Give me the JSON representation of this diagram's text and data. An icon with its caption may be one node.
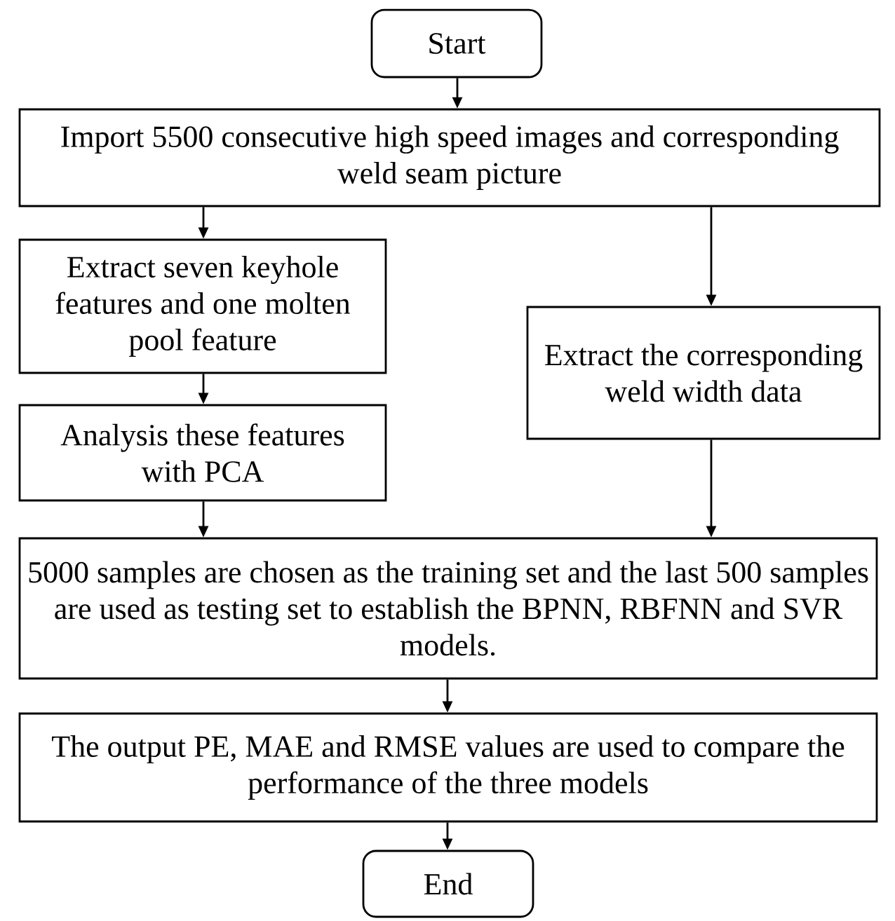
{
  "diagram": {
    "nodes": [
      {
        "text": [
          "Start"
        ]
      },
      {
        "text": [
          "Import 5500 consecutive high speed images and corresponding weld seam picture"
        ]
      },
      {
        "text": [
          "Extract seven keyhole features and one molten pool feature"
        ]
      },
      {
        "text": [
          "Analysis these features with PCA"
        ]
      },
      {
        "text": [
          "Extract the corresponding weld width data"
        ]
      },
      {
        "text": [
          "5000 samples are chosen as the training set and the last 500 samples are used as testing set to establish the BPNN, RBFNN and SVR models."
        ]
      },
      {
        "text": [
          "The output  PE, MAE and RMSE values are used to compare the performance of the three models"
        ]
      },
      {
        "text": [
          "End"
        ]
      }
    ],
    "edges": [
      {
        "from": 0,
        "to": 1,
        "arrow": "to"
      },
      {
        "from": 1,
        "to": 2,
        "arrow": "to"
      },
      {
        "from": 1,
        "to": 4,
        "arrow": "to"
      },
      {
        "from": 2,
        "to": 3,
        "arrow": "to"
      },
      {
        "from": 3,
        "to": 5,
        "arrow": "to"
      },
      {
        "from": 4,
        "to": 5,
        "arrow": "to"
      },
      {
        "from": 5,
        "to": 6,
        "arrow": "to"
      },
      {
        "from": 6,
        "to": 7,
        "arrow": "to"
      }
    ]
  }
}
